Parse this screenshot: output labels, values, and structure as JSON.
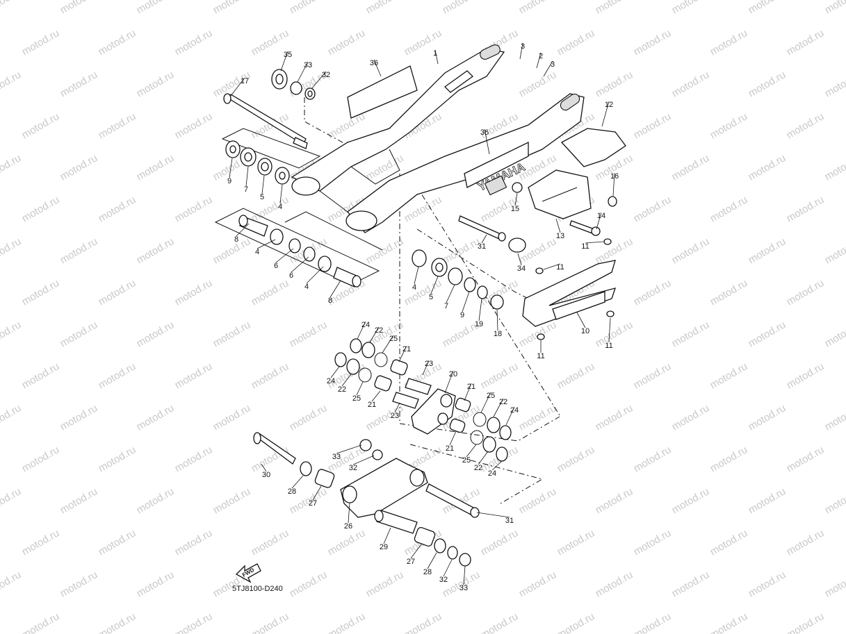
{
  "watermark": "motod.ru",
  "diagram_code": "5TJ8100-D240",
  "fwd_label": "FWD",
  "decal_text": "YAMAHA",
  "colors": {
    "line": "#111111",
    "watermark": "#c9c9c9",
    "background": "#ffffff"
  },
  "callouts": [
    "35",
    "33",
    "32",
    "36",
    "1",
    "3",
    "2",
    "3",
    "17",
    "12",
    "36",
    "9",
    "7",
    "5",
    "4",
    "16",
    "15",
    "14",
    "13",
    "8",
    "4",
    "6",
    "6",
    "4",
    "8",
    "31",
    "34",
    "11",
    "11",
    "4",
    "5",
    "7",
    "9",
    "19",
    "18",
    "10",
    "11",
    "11",
    "24",
    "22",
    "25",
    "21",
    "23",
    "20",
    "24",
    "22",
    "25",
    "21",
    "23",
    "21",
    "25",
    "22",
    "24",
    "21",
    "25",
    "22",
    "24",
    "33",
    "32",
    "30",
    "28",
    "27",
    "26",
    "31",
    "29",
    "27",
    "28",
    "32",
    "33"
  ]
}
